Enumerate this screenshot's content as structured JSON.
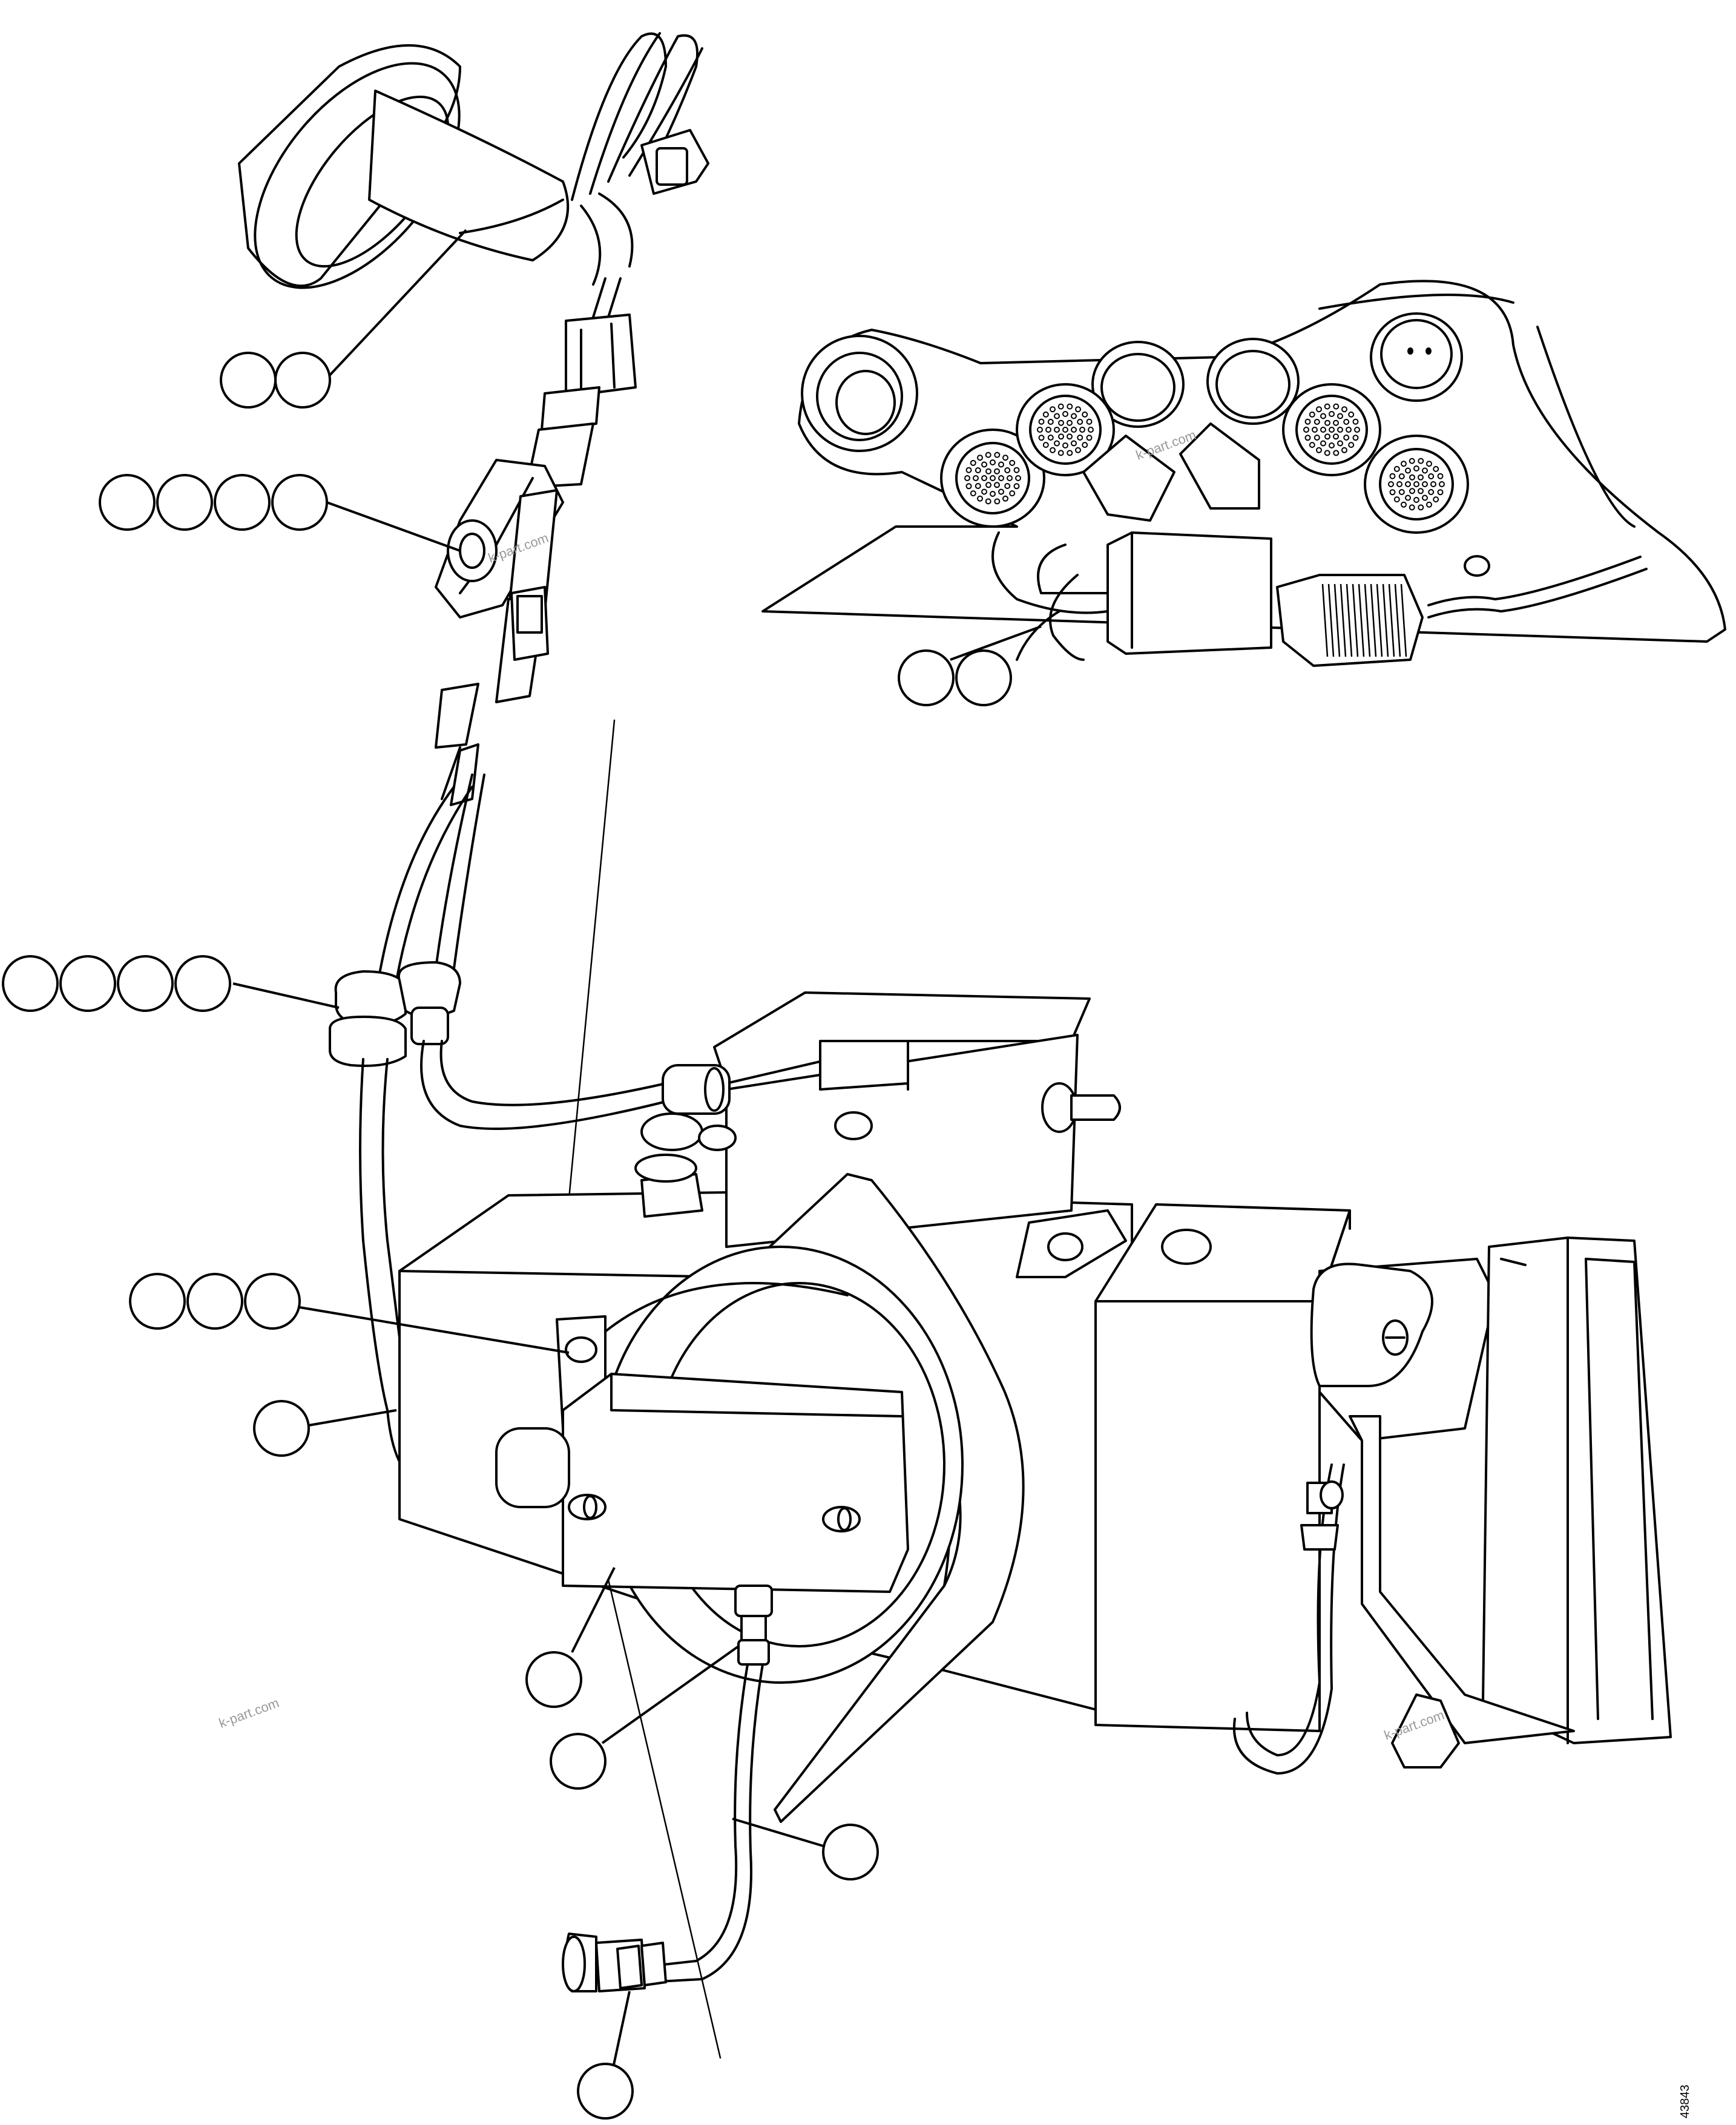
{
  "watermarks": [
    "k-part.com",
    "k-part.com",
    "k-part.com",
    "k-part.com"
  ],
  "figure_code": "43843",
  "callout_groups": [
    {
      "id": "hose-ring",
      "bubble_count": 2
    },
    {
      "id": "upper-connector",
      "bubble_count": 4
    },
    {
      "id": "clamp-group",
      "bubble_count": 4
    },
    {
      "id": "inset-harness",
      "bubble_count": 2
    },
    {
      "id": "grommet-group",
      "bubble_count": 3
    },
    {
      "id": "lower-wire",
      "bubble_count": 1
    },
    {
      "id": "cover-plate",
      "bubble_count": 1
    },
    {
      "id": "fitting",
      "bubble_count": 1
    },
    {
      "id": "drain-tube",
      "bubble_count": 1
    },
    {
      "id": "tube-end",
      "bubble_count": 1
    }
  ]
}
